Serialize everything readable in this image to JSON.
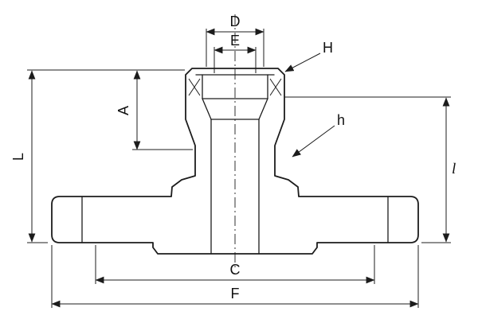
{
  "drawing": {
    "labels": {
      "D": "D",
      "E": "E",
      "H": "H",
      "A": "A",
      "h": "h",
      "L": "L",
      "l": "l",
      "C": "C",
      "F": "F"
    },
    "colors": {
      "line": "#1c1c1c",
      "background": "#ffffff"
    }
  }
}
